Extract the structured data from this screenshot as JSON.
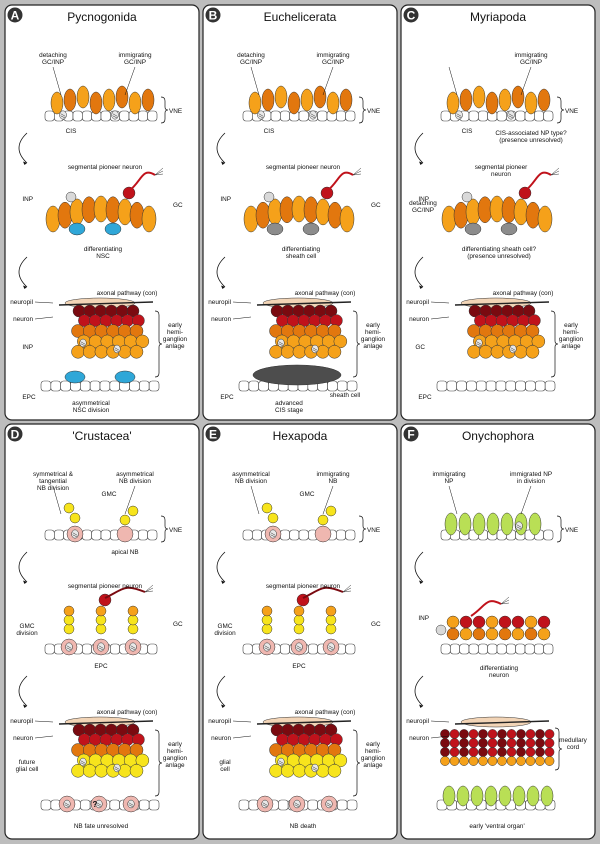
{
  "colors": {
    "ganglion_orange": "#f5a11a",
    "ganglion_dark_orange": "#e2770e",
    "neuron_red": "#c0121b",
    "neuron_dark": "#7a0a10",
    "nsc_blue": "#2fa7d8",
    "sheath_grey": "#8c8c8c",
    "nb_pink": "#efb7b0",
    "gmc_yellow": "#f7e41c",
    "ony_green": "#b9df55",
    "neuropil_tan": "#f2d4b6",
    "vne_gradient_yellow": "#fde8a0"
  },
  "panels": [
    {
      "letter": "A",
      "title": "Pycnogonida",
      "s1_labels": {
        "l1": "detaching\nGC/INP",
        "l2": "immigrating\nGC/INP",
        "cis": "CIS",
        "vne": "VNE"
      },
      "s2_labels": {
        "pioneer": "segmental pioneer neuron",
        "inp": "INP",
        "gc": "GC",
        "diff": "differentiating\nNSC"
      },
      "s3_labels": {
        "neuropil": "neuropil",
        "axonal": "axonal pathway (con)",
        "neuron": "neuron",
        "inp": "INP",
        "epc": "EPC",
        "extra": "asymmetrical\nNSC division",
        "anlage": "early\nhemi-\nganglion\nanlage"
      }
    },
    {
      "letter": "B",
      "title": "Euchelicerata",
      "s1_labels": {
        "l1": "detaching\nGC/INP",
        "l2": "immigrating\nGC/INP",
        "cis": "CIS",
        "vne": "VNE"
      },
      "s2_labels": {
        "pioneer": "segmental pioneer neuron",
        "inp": "INP",
        "gc": "GC",
        "diff": "differentiating\nsheath cell"
      },
      "s3_labels": {
        "neuropil": "neuropil",
        "axonal": "axonal pathway (con)",
        "neuron": "neuron",
        "epc": "EPC",
        "extra": "advanced\nCIS stage",
        "extra2": "sheath cell",
        "anlage": "early\nhemi-\nganglion\nanlage"
      }
    },
    {
      "letter": "C",
      "title": "Myriapoda",
      "s1_labels": {
        "l2": "immigrating\nGC/INP",
        "cis": "CIS",
        "vne": "VNE",
        "np": "CIS-associated NP type?\n(presence unresolved)"
      },
      "s2_labels": {
        "pioneer": "segmental pioneer\nneuron",
        "inp": "INP",
        "det": "detaching\nGC/INP",
        "diff": "differentiating sheath cell?\n(presence unresolved)"
      },
      "s3_labels": {
        "neuropil": "neuropil",
        "axonal": "axonal pathway (con)",
        "neuron": "neuron",
        "gc": "GC",
        "epc": "EPC",
        "anlage": "early\nhemi-\nganglion\nanlage"
      }
    },
    {
      "letter": "D",
      "title": "'Crustacea'",
      "s1_labels": {
        "l1": "symmetrical &\ntangential\nNB division",
        "gmc": "GMC",
        "l2": "asymmetrical\nNB division",
        "vne": "VNE",
        "apical": "apical NB"
      },
      "s2_labels": {
        "pioneer": "segmental pioneer neuron",
        "gc": "GC",
        "gmcdiv": "GMC\ndivision",
        "epc": "EPC"
      },
      "s3_labels": {
        "neuropil": "neuropil",
        "axonal": "axonal pathway (con)",
        "neuron": "neuron",
        "glial": "future\nglial cell",
        "q": "?",
        "fate": "NB fate unresolved",
        "anlage": "early\nhemi-\nganglion\nanlage"
      }
    },
    {
      "letter": "E",
      "title": "Hexapoda",
      "s1_labels": {
        "l1": "asymmetrical\nNB division",
        "l2": "immigrating\nNB",
        "gmc": "GMC",
        "vne": "VNE"
      },
      "s2_labels": {
        "pioneer": "segmental pioneer neuron",
        "gc": "GC",
        "gmcdiv": "GMC\ndivision",
        "epc": "EPC"
      },
      "s3_labels": {
        "neuropil": "neuropil",
        "axonal": "axonal pathway (con)",
        "neuron": "neuron",
        "glial": "glial\ncell",
        "death": "NB death",
        "anlage": "early\nhemi-\nganglion\nanlage"
      }
    },
    {
      "letter": "F",
      "title": "Onychophora",
      "s1_labels": {
        "l1": "immigrating\nNP",
        "l2": "immigrated NP\nin division",
        "vne": "VNE"
      },
      "s2_labels": {
        "diff": "differentiating\nneuron",
        "inp": "INP"
      },
      "s3_labels": {
        "neuropil": "neuropil",
        "neuron": "neuron",
        "cord": "medullary\ncord",
        "organ": "early 'ventral organ'"
      }
    }
  ]
}
